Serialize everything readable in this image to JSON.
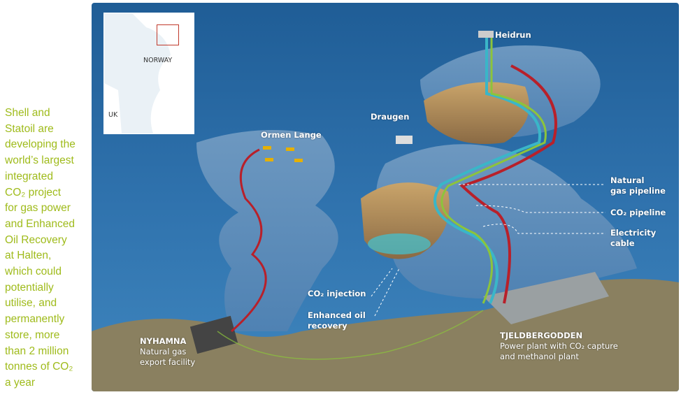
{
  "caption": {
    "lines": [
      "Shell and",
      "Statoil are",
      "developing the",
      "world’s largest",
      "integrated",
      "CO₂ project",
      "for gas power",
      "and Enhanced",
      "Oil Recovery",
      "at Halten,",
      "which could",
      "potentially",
      "utilise, and",
      "permanently",
      "store, more",
      "than 2 million",
      "tonnes of CO₂",
      "a year"
    ]
  },
  "map_inset": {
    "norway": "NORWAY",
    "uk": "UK"
  },
  "labels": {
    "heidrun": "Heidrun",
    "draugen": "Draugen",
    "ormen_lange": "Ormen Lange",
    "natural_gas_pipeline": [
      "Natural",
      "gas pipeline"
    ],
    "co2_pipeline": "CO₂ pipeline",
    "electricity_cable": [
      "Electricity",
      "cable"
    ],
    "co2_injection": "CO₂ injection",
    "enhanced_oil_recovery": [
      "Enhanced oil",
      "recovery"
    ],
    "nyhamna": {
      "title": "NYHAMNA",
      "lines": [
        "Natural gas",
        "export facility"
      ]
    },
    "tjeldbergodden": {
      "title": "TJELDBERGODDEN",
      "lines": [
        "Power plant with CO₂ capture",
        "and methanol plant"
      ]
    }
  },
  "colors": {
    "caption": "#9fbb1b",
    "sea": "#2f6fa8",
    "gas_pipeline": "#b8202a",
    "co2_pipeline": "#3ab6c8",
    "electricity": "#8cc43c"
  }
}
